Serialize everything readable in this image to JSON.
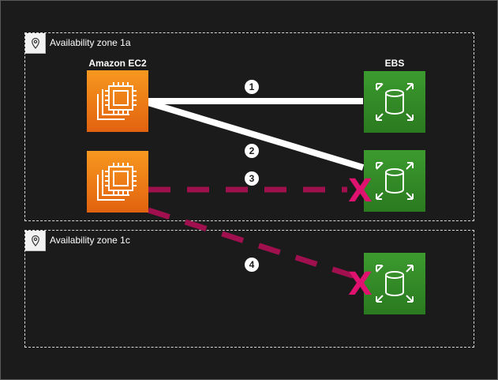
{
  "zones": [
    {
      "label": "Availability zone 1a"
    },
    {
      "label": "Availability zone 1c"
    }
  ],
  "titles": {
    "ec2": "Amazon EC2",
    "ebs": "EBS"
  },
  "steps": [
    "1",
    "2",
    "3",
    "4"
  ],
  "fail_marks": [
    "X",
    "X"
  ],
  "icons": {
    "zone": "location-pin-icon",
    "ec2": "ec2-instance-icon",
    "ebs": "ebs-volume-icon"
  },
  "colors": {
    "background": "#1b1b1b",
    "ec2": "#f08a19",
    "ebs": "#348c28",
    "attached": "#ffffff",
    "failed": "#a0104f",
    "fail_mark": "#e0126f"
  }
}
